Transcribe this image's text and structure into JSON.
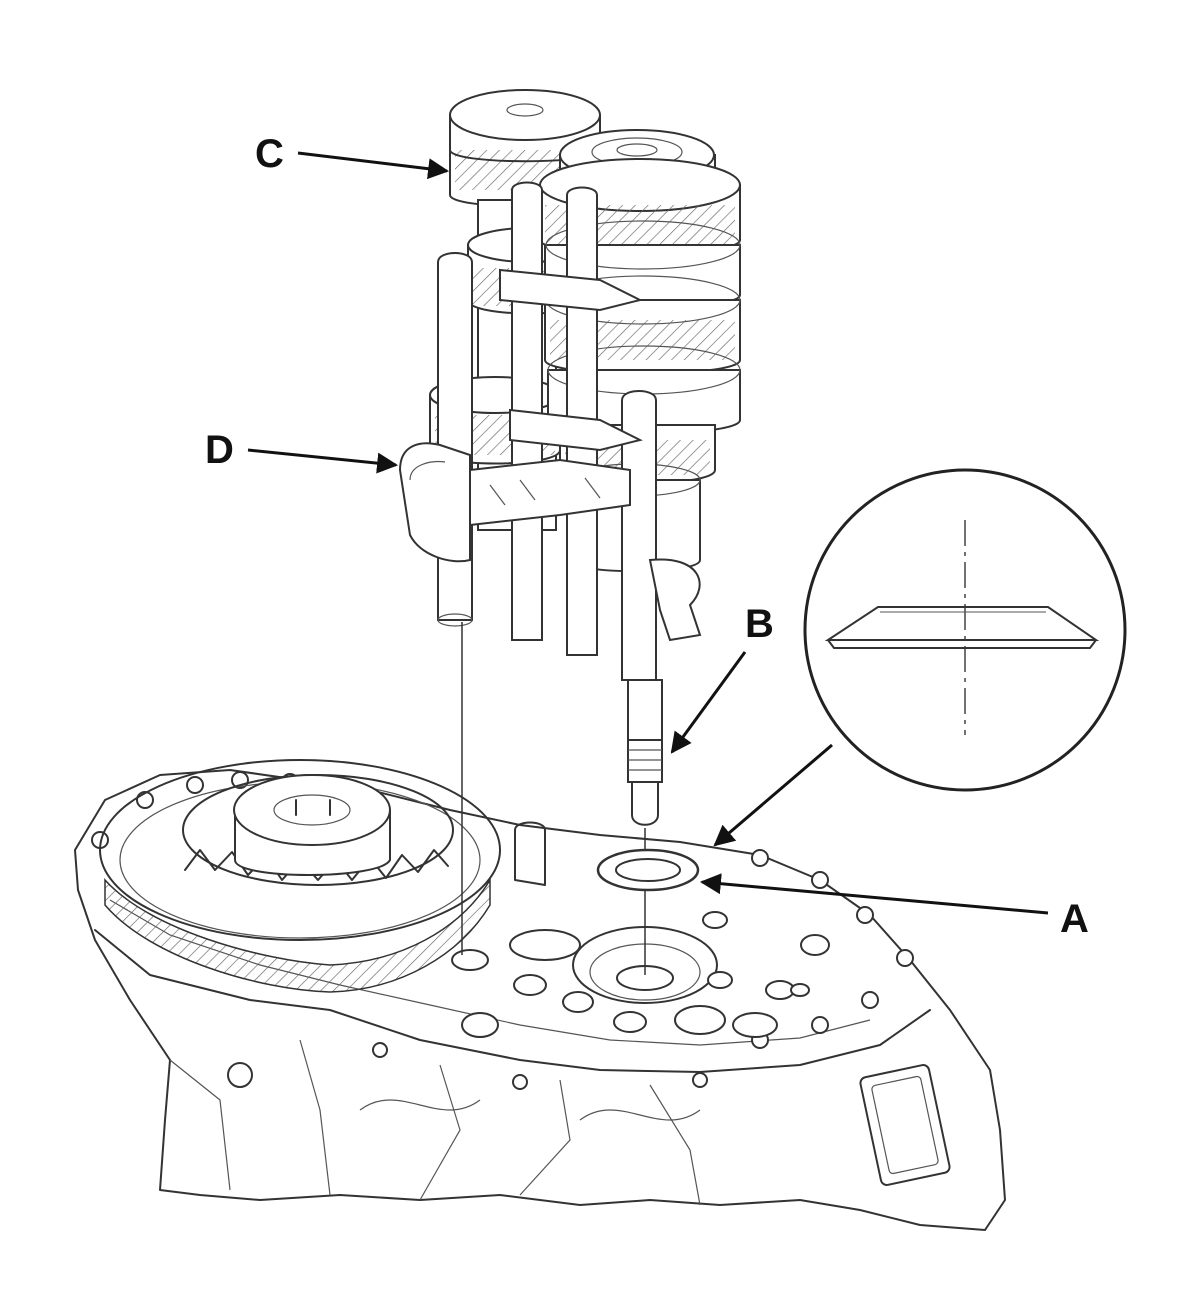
{
  "labels": {
    "a": "A",
    "b": "B",
    "c": "C",
    "d": "D"
  },
  "colors": {
    "line": "#333333",
    "background": "#ffffff",
    "label": "#111111"
  },
  "icons": [
    "washer-detail-icon",
    "arrow-pointer-icon"
  ]
}
